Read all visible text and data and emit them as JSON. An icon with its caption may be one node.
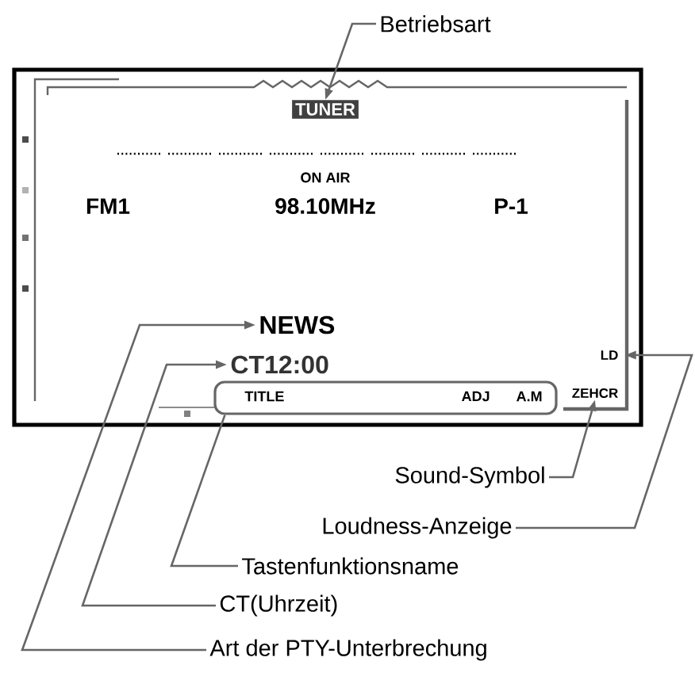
{
  "diagram": {
    "nodes": [
      {
        "text": [
          "Betriebsart"
        ]
      },
      {
        "text": [
          "TUNER"
        ]
      },
      {
        "text": [
          "NEWS"
        ]
      },
      {
        "text": [
          "CT12:00"
        ]
      },
      {
        "text": [
          "TITLE",
          "ADJ",
          "A.M"
        ]
      },
      {
        "text": [
          "ZEHCR"
        ]
      },
      {
        "text": [
          "LD"
        ]
      },
      {
        "text": [
          "Sound-Symbol"
        ]
      },
      {
        "text": [
          "Loudness-Anzeige"
        ]
      },
      {
        "text": [
          "Tastenfunktionsname"
        ]
      },
      {
        "text": [
          "CT(Uhrzeit)"
        ]
      },
      {
        "text": [
          "Art der PTY-Unterbrechung"
        ]
      }
    ],
    "edges": [
      {
        "from": 0,
        "to": 1,
        "arrow": "to"
      },
      {
        "from": 11,
        "to": 2,
        "arrow": "to"
      },
      {
        "from": 10,
        "to": 3,
        "arrow": "to"
      },
      {
        "from": 9,
        "to": 4,
        "arrow": "none"
      },
      {
        "from": 7,
        "to": 5,
        "arrow": "to"
      },
      {
        "from": 8,
        "to": 6,
        "arrow": "to"
      }
    ],
    "labels": [
      "ON AIR",
      "FM1",
      "98.10MHz",
      "P-1"
    ]
  }
}
